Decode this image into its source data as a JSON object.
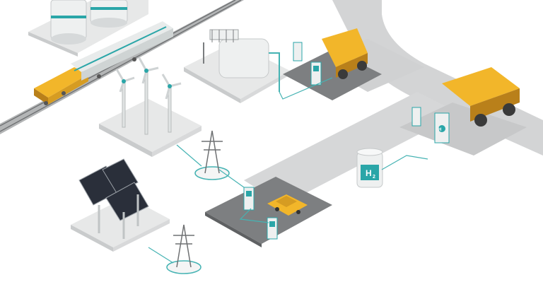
{
  "labels": {
    "hydrogen_tank": "H",
    "hydrogen_tank_subscript": "2",
    "pump_mark": "H",
    "pump_mark_subscript": "2"
  },
  "colors": {
    "background": "#ffffff",
    "platform_light": "#e9eaea",
    "platform_shadow": "#c9cbcc",
    "road": "#cfd0d1",
    "pad_dark": "#7d7f81",
    "accent_teal": "#2aa6a8",
    "cable": "#45b3b3",
    "truck_yellow": "#f2b62a",
    "truck_dark": "#b9801a",
    "solar_panel": "#2a2f3a",
    "steel": "#d9dcdc",
    "rail": "#8c8e90"
  },
  "icons": [
    "train-icon",
    "storage-tank-icon",
    "wind-turbine-icon",
    "solar-panel-icon",
    "transmission-tower-icon",
    "electrolyzer-icon",
    "hydrogen-tank-icon",
    "charging-station-icon",
    "fuel-pump-icon",
    "car-icon",
    "mining-truck-icon",
    "loader-icon"
  ]
}
